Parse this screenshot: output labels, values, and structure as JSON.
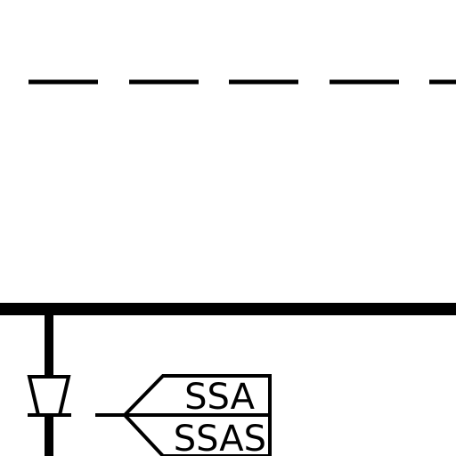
{
  "diagram": {
    "line_color": "#000000",
    "background_color": "#ffffff",
    "tag": {
      "top_label": "SSA",
      "bottom_label": "SSAS"
    },
    "symbols": {
      "reducer": "trapezoid-reducer-icon",
      "tag_flag": "split-pentagon-tag"
    }
  }
}
